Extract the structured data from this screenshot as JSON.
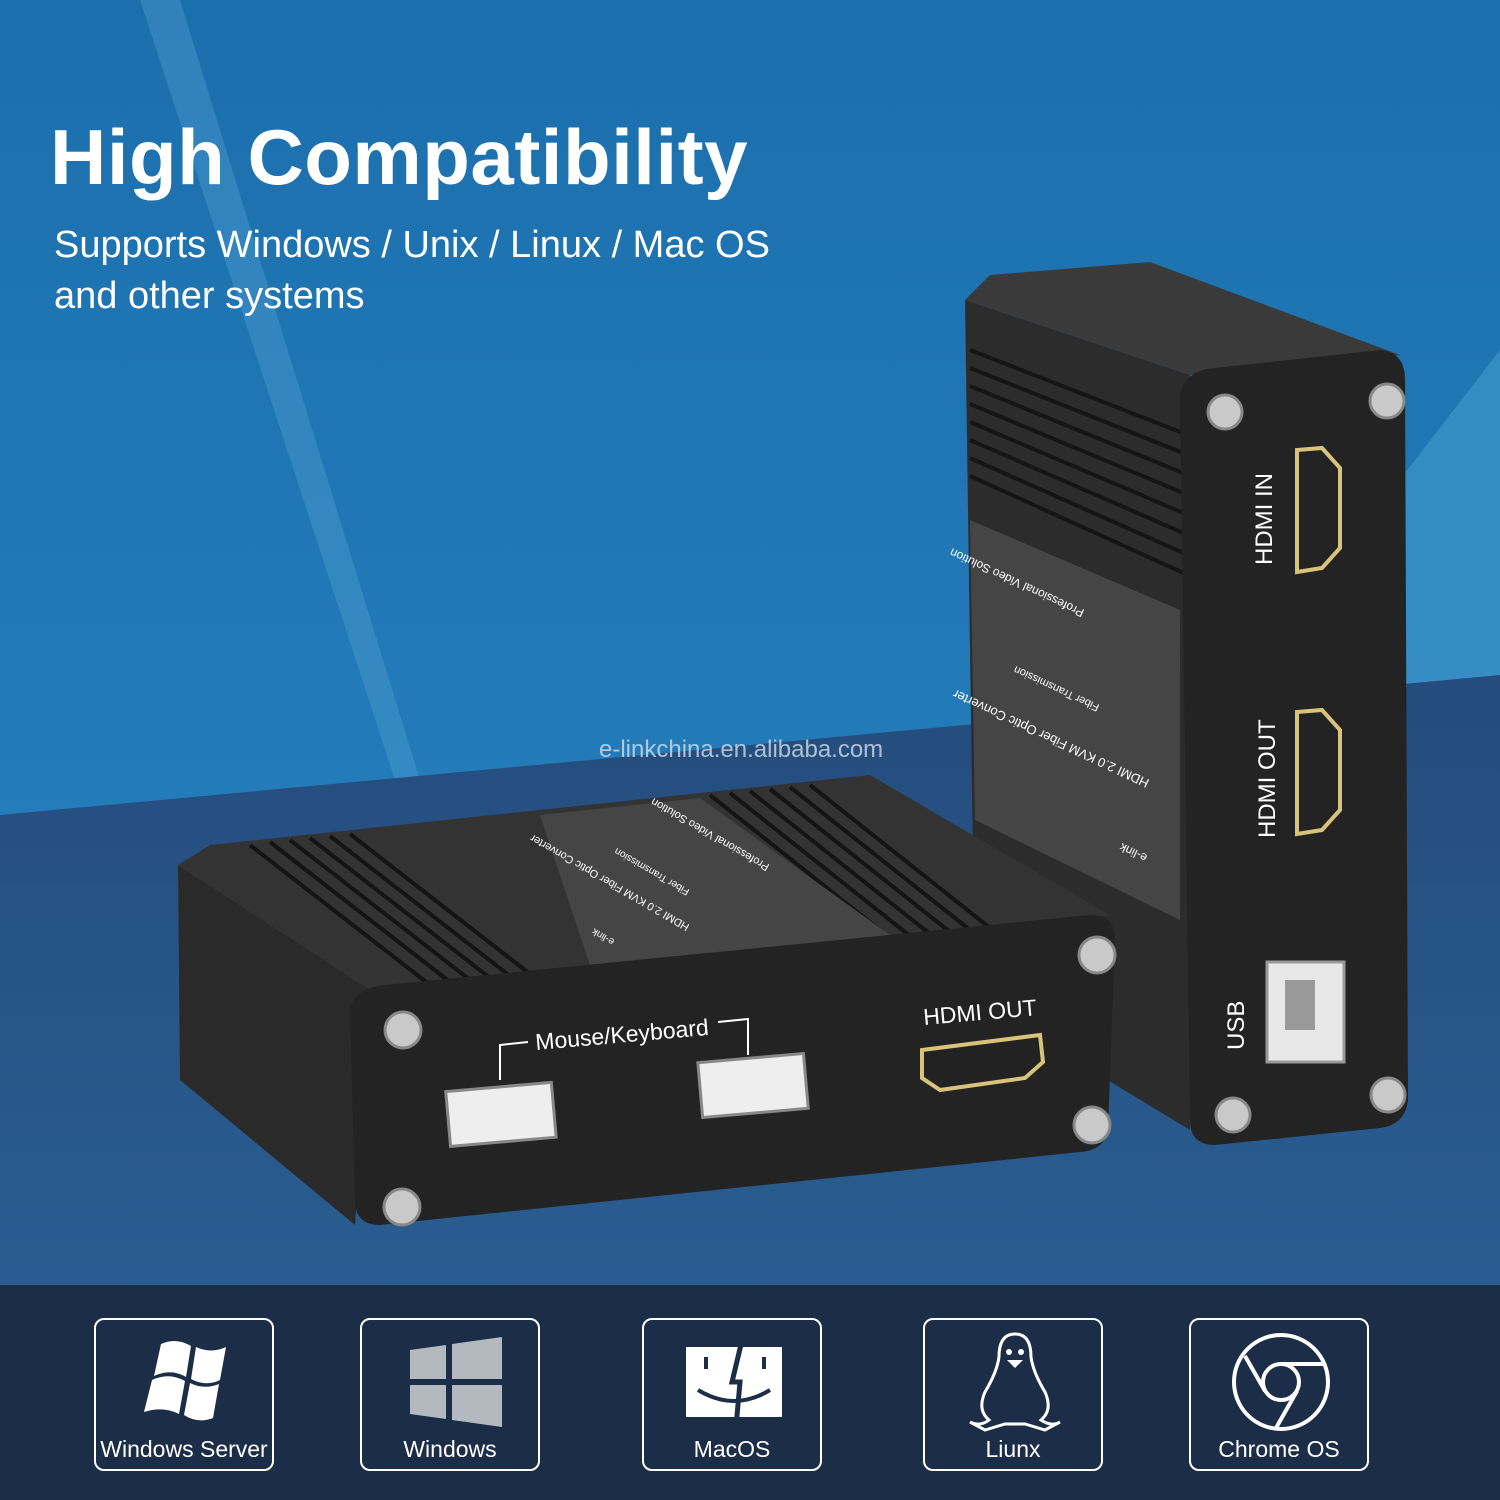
{
  "header": {
    "title": "High Compatibility",
    "subtitle_line1": "Supports Windows / Unix / Linux / Mac OS",
    "subtitle_line2": "and other systems"
  },
  "watermark": "e-linkchina.en.alibaba.com",
  "device_front": {
    "label_mouse_keyboard": "Mouse/Keyboard",
    "label_hdmi_out": "HDMI OUT",
    "top_text": [
      "Professional Video Solution",
      "Fiber Transmission",
      "HDMI 2.0 KVM Fiber Optic Converter",
      "e-link"
    ]
  },
  "device_back": {
    "label_hdmi_in": "HDMI IN",
    "label_hdmi_out": "HDMI OUT",
    "label_usb": "USB",
    "side_text": [
      "Professional Video Solution",
      "Fiber Transmission",
      "HDMI 2.0 KVM Fiber Optic Converter",
      "e-link"
    ]
  },
  "os_list": [
    {
      "label": "Windows Server",
      "icon": "windows-flag-icon"
    },
    {
      "label": "Windows",
      "icon": "windows-icon"
    },
    {
      "label": "MacOS",
      "icon": "finder-icon"
    },
    {
      "label": "Liunx",
      "icon": "tux-penguin-icon"
    },
    {
      "label": "Chrome OS",
      "icon": "chrome-icon"
    }
  ],
  "colors": {
    "sky": "#1f78b8",
    "floor": "#1e3f6c",
    "bottom_bar": "#1b2d47",
    "device": "#2a2a2a",
    "hdmi_gold": "#d9c27a"
  }
}
